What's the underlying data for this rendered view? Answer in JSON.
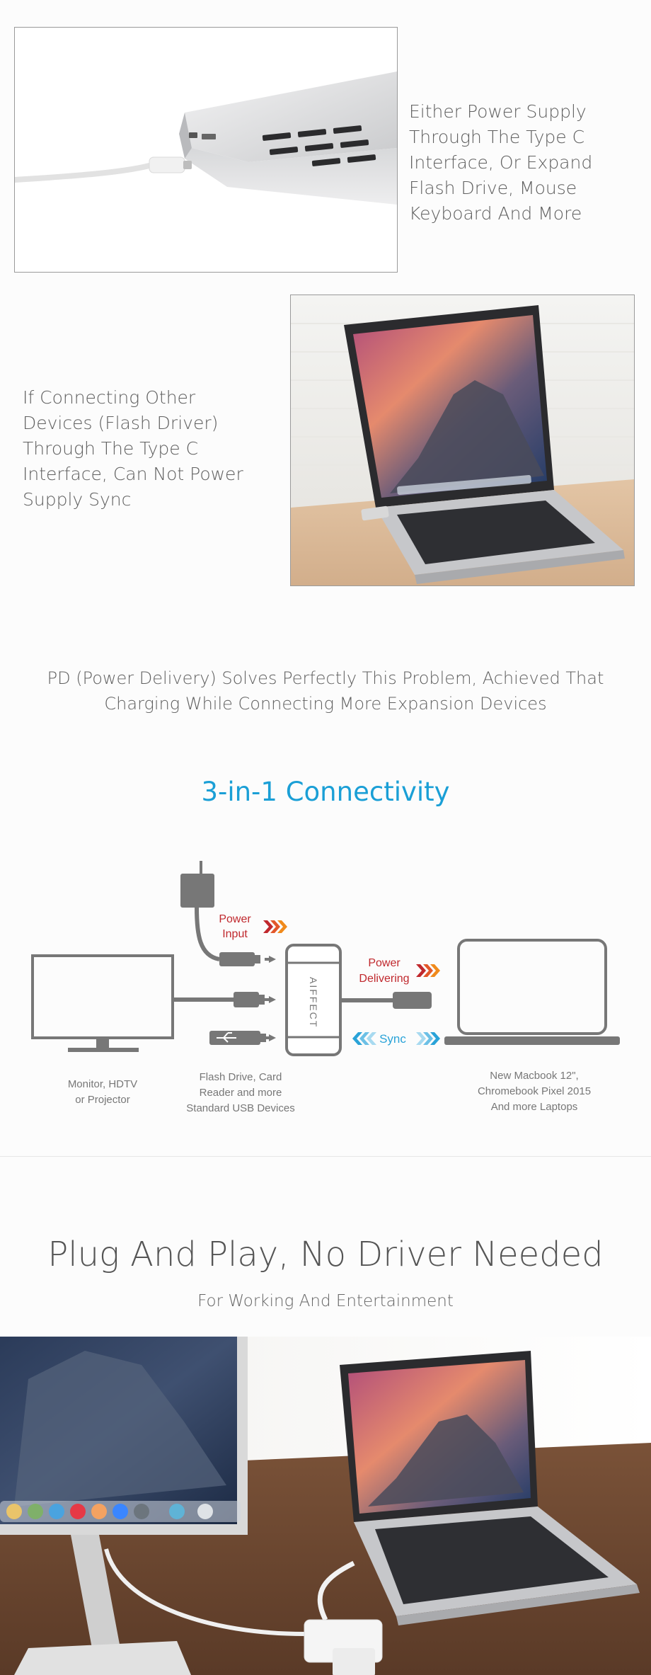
{
  "section1": {
    "text": "Either Power Supply Through The Type C Interface, Or Expand Flash Drive, Mouse Keyboard And More"
  },
  "section2": {
    "text": "If Connecting Other Devices (Flash Driver) Through The Type C Interface, Can Not Power Supply Sync"
  },
  "pd_text": "PD (Power Delivery) Solves Perfectly This Problem, Achieved That Charging While Connecting More Expansion Devices",
  "connectivity": {
    "title": "3-in-1 Connectivity",
    "title_color": "#1a9fd6",
    "power_input_line1": "Power",
    "power_input_line2": "Input",
    "power_delivering_line1": "Power",
    "power_delivering_line2": "Delivering",
    "sync": "Sync",
    "brand": "AIFFECT",
    "caption_monitor_1": "Monitor, HDTV",
    "caption_monitor_2": "or Projector",
    "caption_usb_1": "Flash Drive, Card",
    "caption_usb_2": "Reader and more",
    "caption_usb_3": "Standard USB Devices",
    "caption_laptop_1": "New Macbook 12\",",
    "caption_laptop_2": "Chromebook Pixel 2015",
    "caption_laptop_3": "And more Laptops",
    "accent_red": "#c0282d",
    "accent_orange": "#f08a1c",
    "accent_blue": "#2aa3d8"
  },
  "plug": {
    "title": "Plug And Play, No Driver Needed",
    "subtitle": "For Working And Entertainment"
  }
}
